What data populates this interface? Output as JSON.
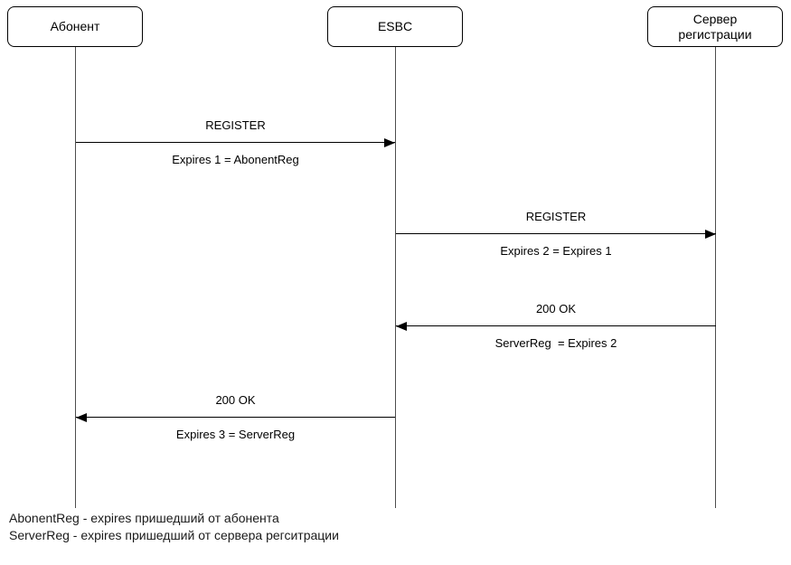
{
  "diagram": {
    "colors": {
      "stroke": "#000000",
      "lifeline": "#4d4d4d",
      "background": "#ffffff"
    },
    "actors": [
      {
        "id": "subscriber",
        "label": "Абонент"
      },
      {
        "id": "esbc",
        "label": "ESBC"
      },
      {
        "id": "registration-server",
        "label": "Сервер\nрегистрации"
      }
    ],
    "messages": [
      {
        "label": "REGISTER",
        "sublabel": "Expires 1 = AbonentReg",
        "from": "subscriber",
        "to": "esbc",
        "direction": "right"
      },
      {
        "label": "REGISTER",
        "sublabel": "Expires 2 = Expires 1",
        "from": "esbc",
        "to": "registration-server",
        "direction": "right"
      },
      {
        "label": "200 OK",
        "sublabel": "ServerReg  = Expires 2",
        "from": "registration-server",
        "to": "esbc",
        "direction": "left"
      },
      {
        "label": "200 OK",
        "sublabel": "Expires 3 = ServerReg",
        "from": "esbc",
        "to": "subscriber",
        "direction": "left"
      }
    ],
    "notes": [
      "AbonentReg - expires пришедший от абонента",
      "ServerReg - expires пришедший от сервера регситрации"
    ]
  }
}
